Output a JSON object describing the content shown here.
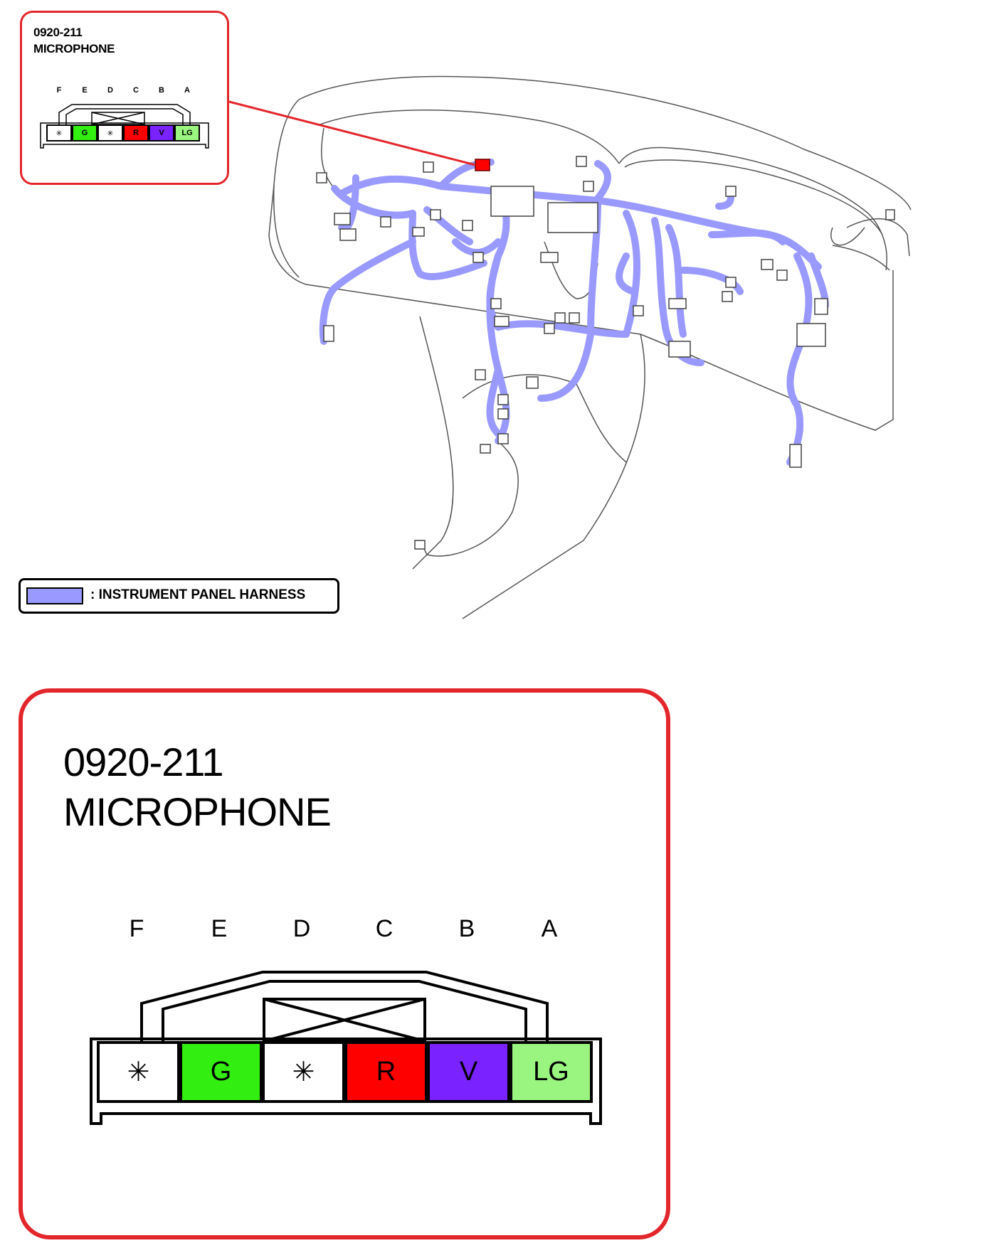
{
  "connector": {
    "code": "0920-211",
    "name": "MICROPHONE",
    "pins": [
      {
        "letter": "F",
        "label": "✳",
        "color": "#ffffff"
      },
      {
        "letter": "E",
        "label": "G",
        "color": "#33ee11"
      },
      {
        "letter": "D",
        "label": "✳",
        "color": "#ffffff"
      },
      {
        "letter": "C",
        "label": "R",
        "color": "#ff0000"
      },
      {
        "letter": "B",
        "label": "V",
        "color": "#7a22ff"
      },
      {
        "letter": "A",
        "label": "LG",
        "color": "#99f57f"
      }
    ]
  },
  "legend": {
    "label": ": INSTRUMENT PANEL HARNESS",
    "swatch_color": "#9999ff"
  },
  "colors": {
    "callout_border": "#e3262b",
    "harness": "#9999ff",
    "outline": "#555555"
  }
}
